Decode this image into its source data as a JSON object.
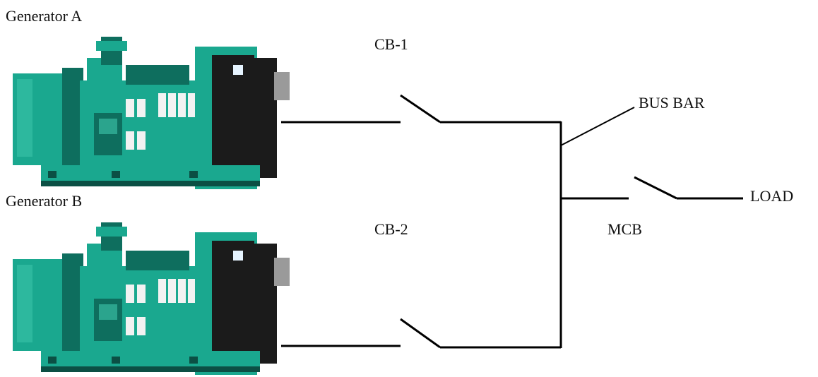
{
  "labels": {
    "generator_a": "Generator A",
    "generator_b": "Generator B",
    "cb1": "CB-1",
    "cb2": "CB-2",
    "bus_bar": "BUS BAR",
    "mcb": "MCB",
    "load": "LOAD"
  },
  "icons": {
    "generator_a": "diesel-generator-icon",
    "generator_b": "diesel-generator-icon"
  },
  "colors": {
    "line": "#000000",
    "gen_body": "#1aa88f",
    "gen_dark": "#0e6e5e",
    "gen_light": "#3fc8ae",
    "radiator": "#1b1b1b",
    "filter": "#f2f2f2",
    "skid": "#0b4f44"
  }
}
